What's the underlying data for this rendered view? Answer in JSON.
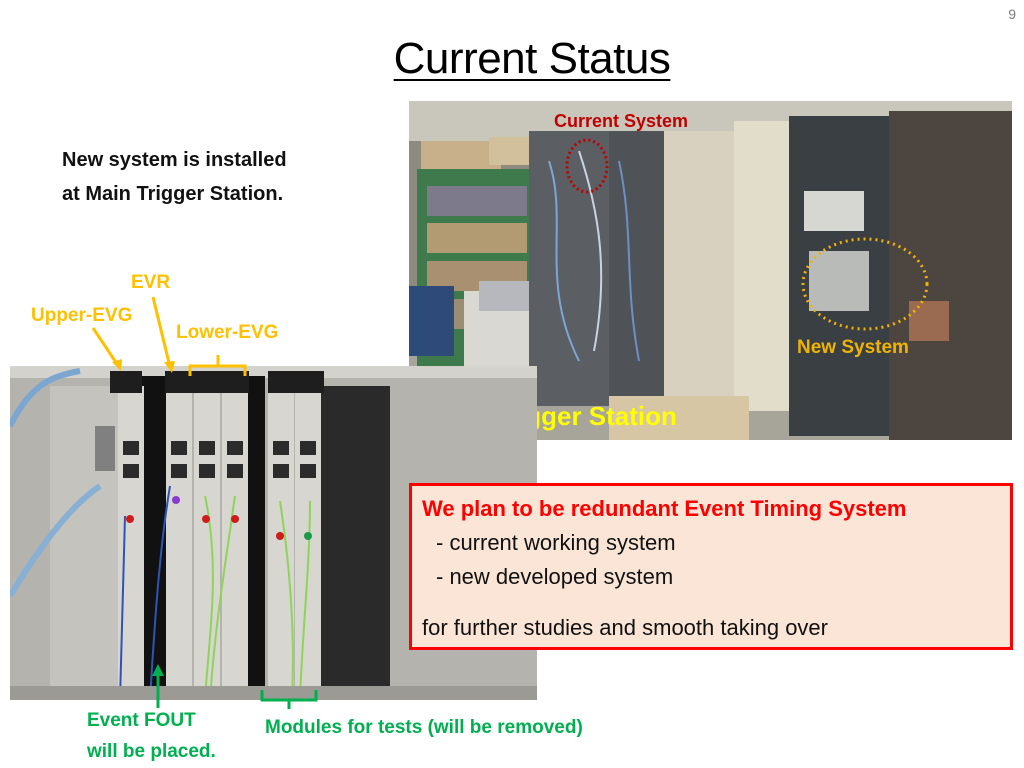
{
  "slide": {
    "page_number": "9",
    "title": "Current Status"
  },
  "intro": {
    "line1": "New system is installed",
    "line2": "at Main Trigger Station."
  },
  "top_photo": {
    "label_current_system": "Current System",
    "label_new_system": "New System",
    "label_location": "Main Trigger Station"
  },
  "bottom_photo": {
    "callouts": {
      "evr": "EVR",
      "upper_evg": "Upper-EVG",
      "lower_evg": "Lower-EVG",
      "event_fout_line1": "Event FOUT",
      "event_fout_line2": "will be placed.",
      "test_modules": "Modules for tests (will be removed)"
    }
  },
  "plan_box": {
    "heading": "We plan to be redundant Event Timing System",
    "items": [
      "- current working system",
      "- new developed system"
    ],
    "footer": "for further studies and smooth taking over"
  },
  "colors": {
    "title_text": "#000000",
    "current_system_red": "#c00000",
    "new_system_yellow": "#f0b400",
    "location_yellow": "#ffff00",
    "callout_yellow": "#ffc000",
    "callout_green": "#00b050",
    "box_border": "#ff0000",
    "box_fill": "#fbe5d6"
  }
}
